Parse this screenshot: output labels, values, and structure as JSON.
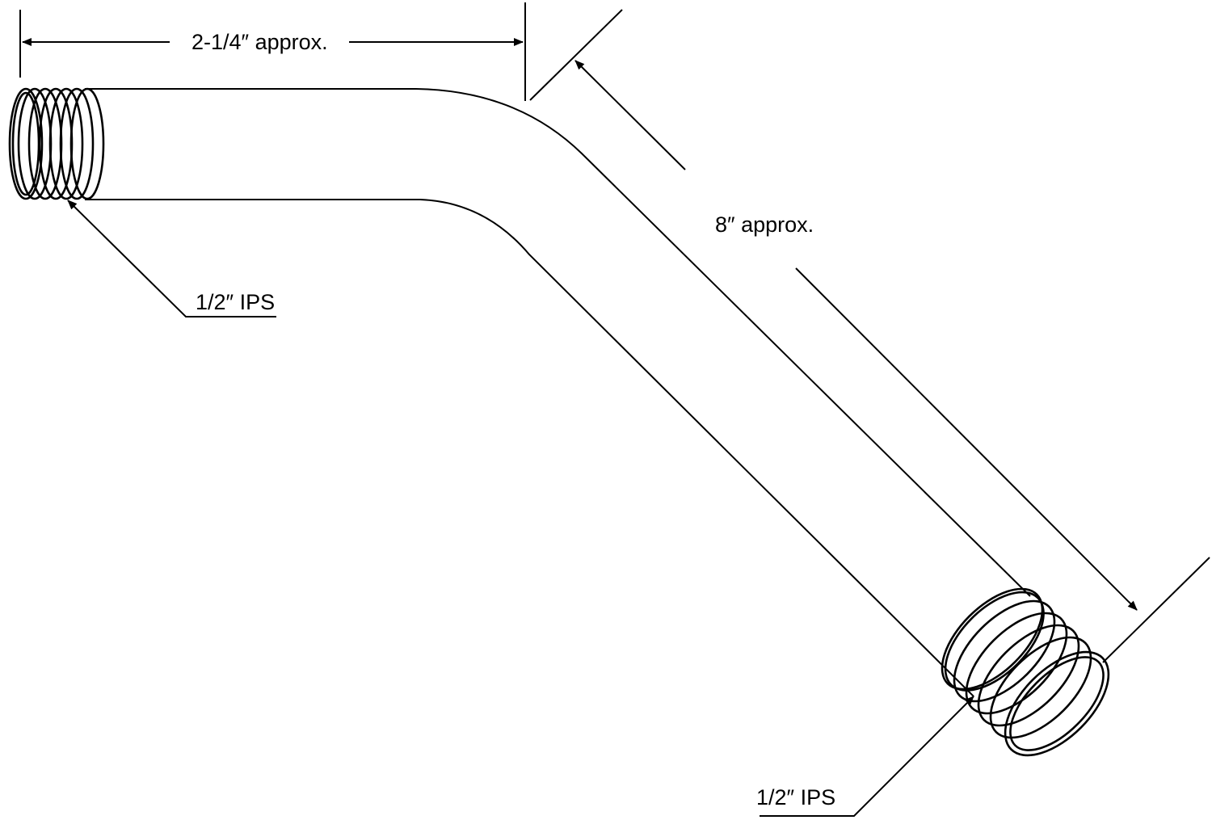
{
  "diagram": {
    "labels": {
      "width_dimension": "2-1/4″ approx.",
      "length_dimension": "8″ approx.",
      "inlet_thread": "1/2″ IPS",
      "outlet_thread": "1/2″ IPS"
    },
    "colors": {
      "line": "#000000",
      "background": "#ffffff"
    }
  }
}
